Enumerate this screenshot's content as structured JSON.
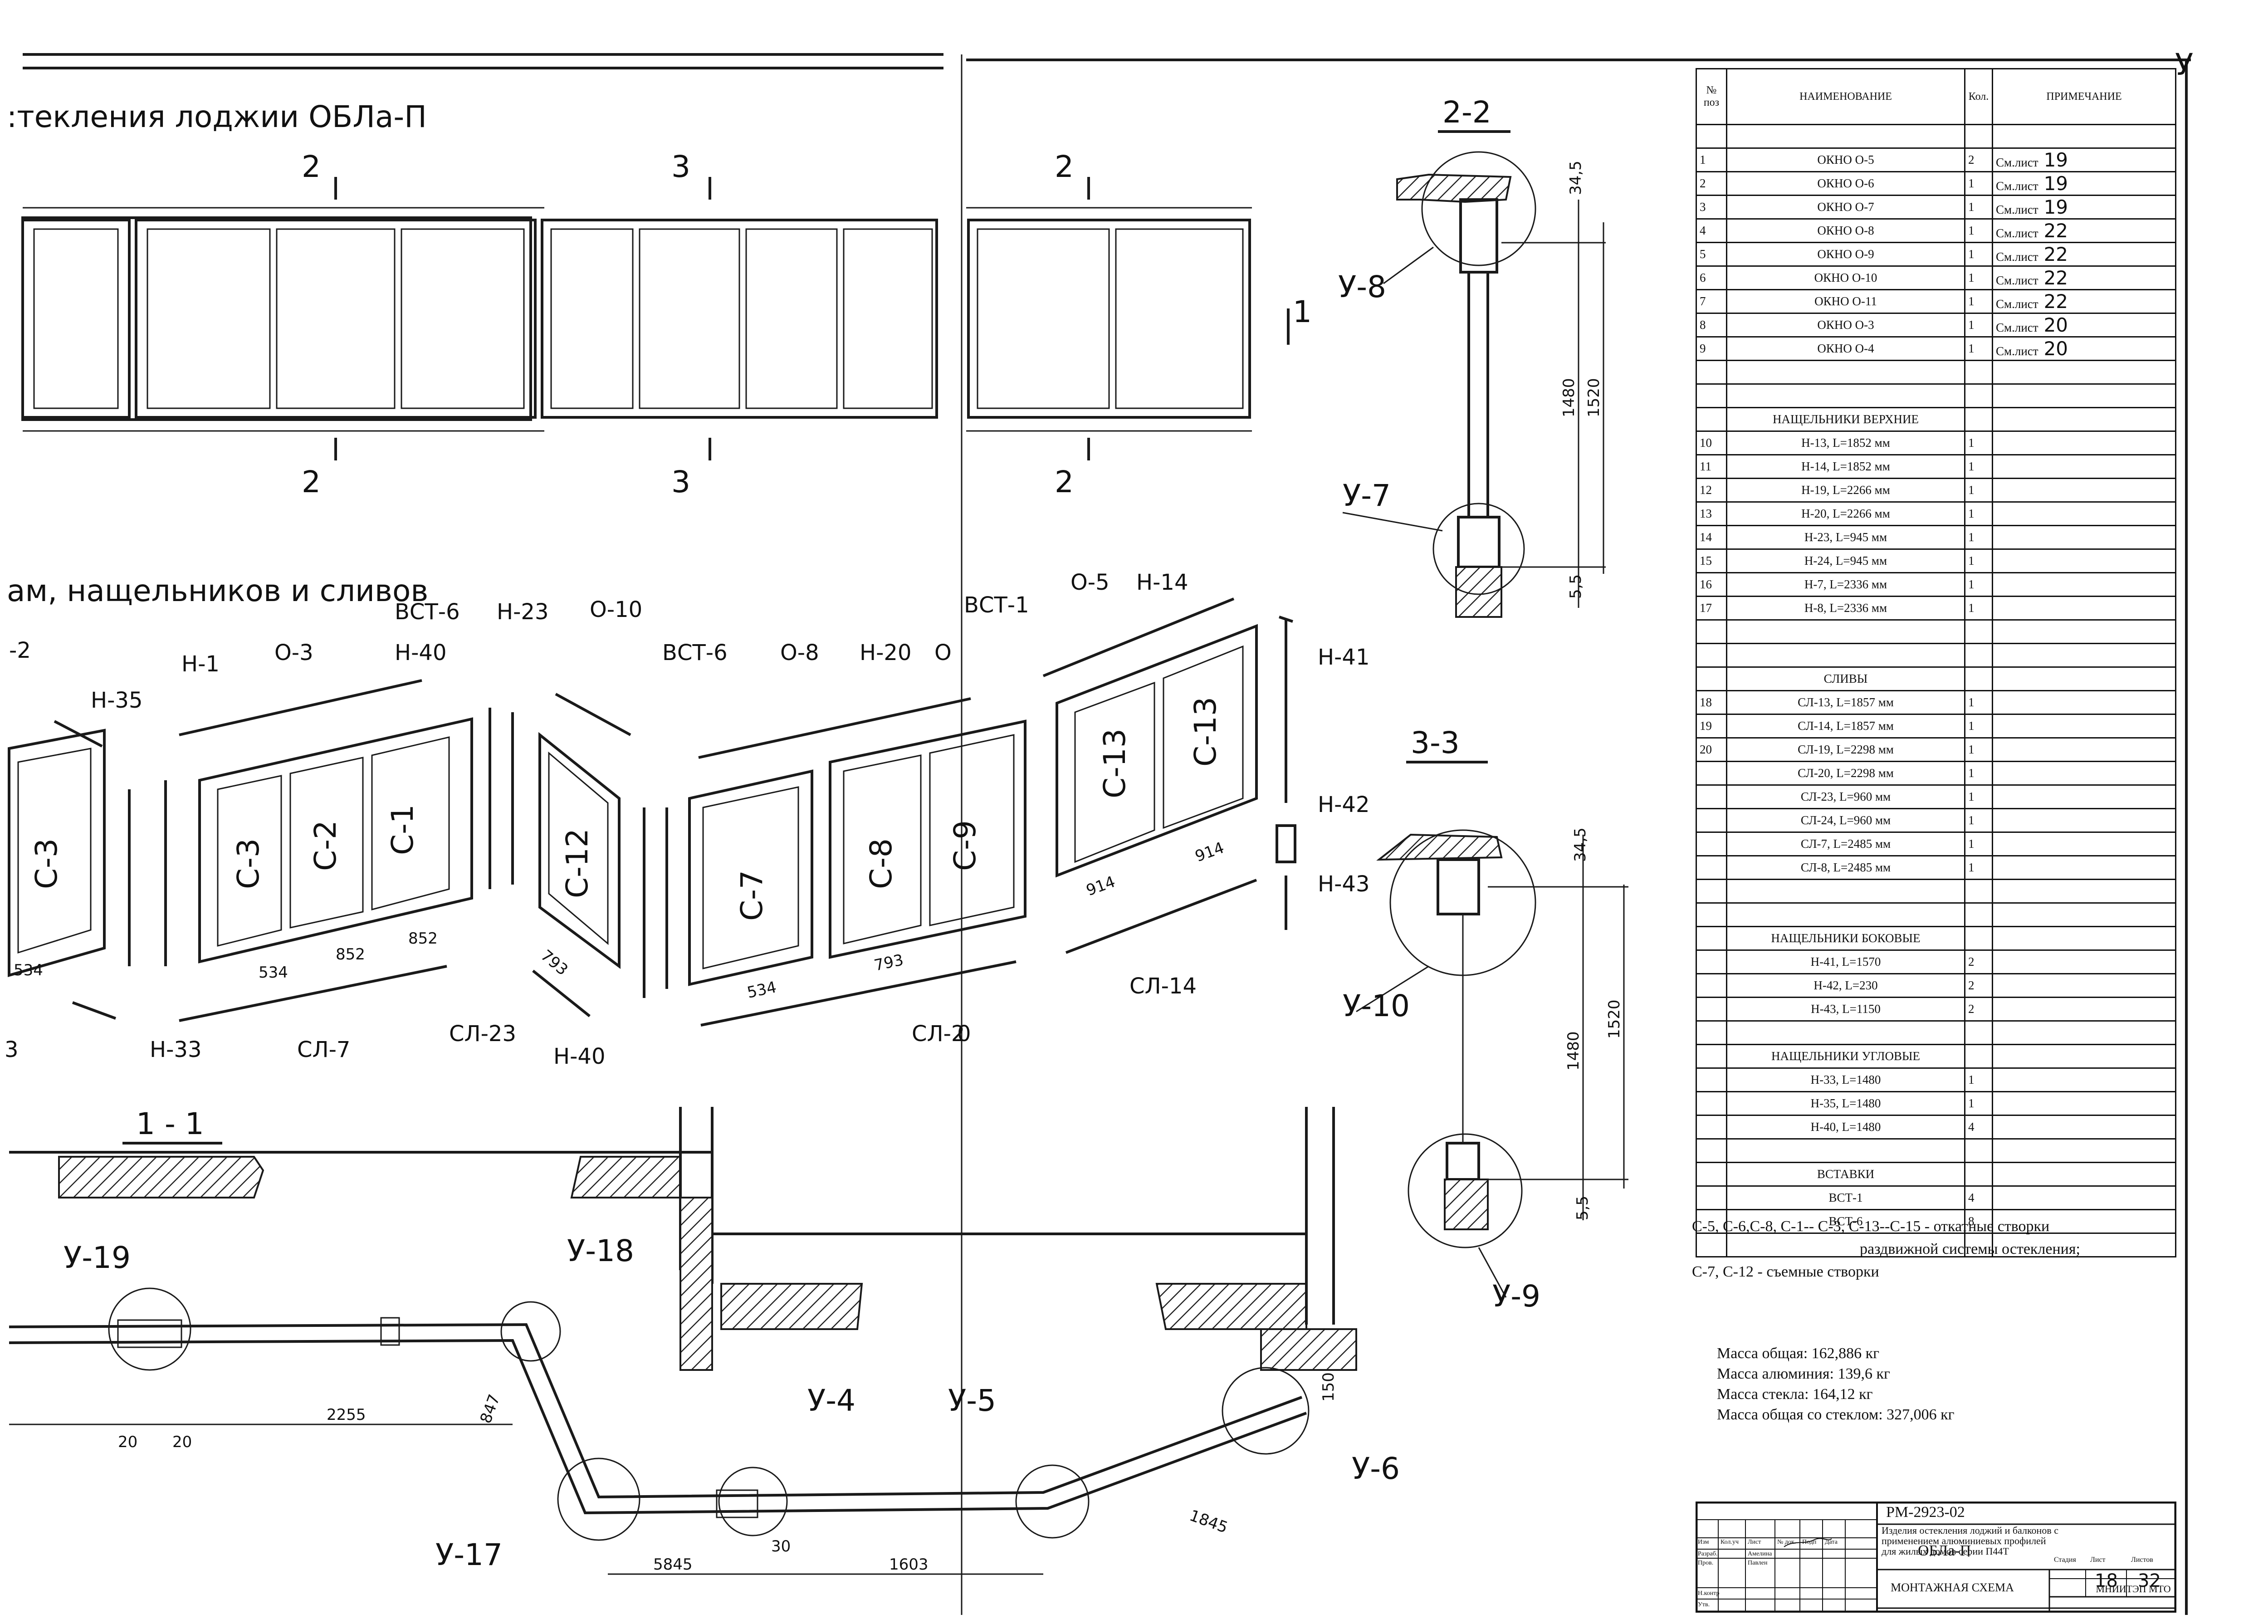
{
  "views": {
    "elevation_title": ":текления лоджии ОБЛа-П",
    "isometric_title": "ам, нащельников и сливов",
    "section_1_1": "1 - 1",
    "section_2_2": "2-2",
    "section_3_3": "3-3"
  },
  "elevation_marks": {
    "cut2_top_a": "2",
    "cut3_top": "3",
    "cut2_top_b": "2",
    "cut2_bot_a": "2",
    "cut3_bot": "3",
    "cut2_bot_b": "2",
    "cut1_right": "1"
  },
  "section_2_2": {
    "dim_34_5": "34,5",
    "dim_1480": "1480",
    "dim_1520": "1520",
    "dim_5_5": "5,5",
    "node_u8": "У-8",
    "node_u7": "У-7"
  },
  "section_3_3": {
    "dim_34_5": "34,5",
    "dim_1480": "1480",
    "dim_1520": "1520",
    "dim_5_5": "5,5",
    "node_u10": "У-10",
    "node_u9": "У-9"
  },
  "isometric": {
    "labels": {
      "l_2": "-2",
      "n35": "Н-35",
      "n1": "Н-1",
      "o3": "О-3",
      "vst6a": "ВСТ-6",
      "n40a": "Н-40",
      "n23": "Н-23",
      "o10": "О-10",
      "vst6b": "ВСТ-6",
      "o8": "О-8",
      "n20": "Н-20",
      "o6": "О",
      "vst1": "ВСТ-1",
      "o5": "О-5",
      "n14": "Н-14",
      "n41": "Н-41",
      "n42": "Н-42",
      "n43": "Н-43",
      "sl14": "СЛ-14",
      "sl20": "СЛ-2",
      "sl20b": "0",
      "n40b": "Н-40",
      "sl23": "СЛ-23",
      "sl7": "СЛ-7",
      "n33": "Н-33",
      "l_3": "3"
    },
    "sashes": {
      "c3a": "С-3",
      "c3": "С-3",
      "c2": "С-2",
      "c1": "С-1",
      "c12": "С-12",
      "c7": "С-7",
      "c8": "С-8",
      "c9": "С-9",
      "c13a": "С-13",
      "c13b": "С-13"
    },
    "dims": {
      "d534a": "534",
      "d534": "534",
      "d852a": "852",
      "d852b": "852",
      "d793a": "793",
      "d534b": "534",
      "d793b": "793",
      "d914a": "914",
      "d914b": "914"
    }
  },
  "plan": {
    "nodes": {
      "u19": "У-19",
      "u18": "У-18",
      "u4": "У-4",
      "u5": "У-5",
      "u6": "У-6",
      "u17": "У-17"
    },
    "dims": {
      "d2255": "2255",
      "d20a": "20",
      "d20b": "20",
      "d847": "847",
      "d5845": "5845",
      "d30": "30",
      "d1603": "1603",
      "d1845": "1845",
      "d150": "150"
    }
  },
  "spec_table": {
    "headers": {
      "pos": "№ поз",
      "name": "НАИМЕНОВАНИЕ",
      "qty": "Кол.",
      "note": "ПРИМЕЧАНИЕ"
    },
    "rows": [
      {
        "pos": "",
        "name": "",
        "qty": "",
        "note": "",
        "hand": ""
      },
      {
        "pos": "1",
        "name": "ОКНО О-5",
        "qty": "2",
        "note": "См.лист",
        "hand": "19"
      },
      {
        "pos": "2",
        "name": "ОКНО О-6",
        "qty": "1",
        "note": "См.лист",
        "hand": "19"
      },
      {
        "pos": "3",
        "name": "ОКНО О-7",
        "qty": "1",
        "note": "См.лист",
        "hand": "19"
      },
      {
        "pos": "4",
        "name": "ОКНО О-8",
        "qty": "1",
        "note": "См.лист",
        "hand": "22"
      },
      {
        "pos": "5",
        "name": "ОКНО О-9",
        "qty": "1",
        "note": "См.лист",
        "hand": "22"
      },
      {
        "pos": "6",
        "name": "ОКНО О-10",
        "qty": "1",
        "note": "См.лист",
        "hand": "22"
      },
      {
        "pos": "7",
        "name": "ОКНО О-11",
        "qty": "1",
        "note": "См.лист",
        "hand": "22"
      },
      {
        "pos": "8",
        "name": "ОКНО О-3",
        "qty": "1",
        "note": "См.лист",
        "hand": "20"
      },
      {
        "pos": "9",
        "name": "ОКНО О-4",
        "qty": "1",
        "note": "См.лист",
        "hand": "20"
      },
      {
        "pos": "",
        "name": "",
        "qty": "",
        "note": "",
        "hand": ""
      },
      {
        "pos": "",
        "name": "",
        "qty": "",
        "note": "",
        "hand": ""
      },
      {
        "pos": "",
        "name": "НАЩЕЛЬНИКИ ВЕРХНИЕ",
        "qty": "",
        "note": "",
        "hand": ""
      },
      {
        "pos": "10",
        "name": "Н-13, L=1852 мм",
        "qty": "1",
        "note": "",
        "hand": ""
      },
      {
        "pos": "11",
        "name": "Н-14, L=1852 мм",
        "qty": "1",
        "note": "",
        "hand": ""
      },
      {
        "pos": "12",
        "name": "Н-19, L=2266 мм",
        "qty": "1",
        "note": "",
        "hand": ""
      },
      {
        "pos": "13",
        "name": "Н-20, L=2266 мм",
        "qty": "1",
        "note": "",
        "hand": ""
      },
      {
        "pos": "14",
        "name": "Н-23, L=945 мм",
        "qty": "1",
        "note": "",
        "hand": ""
      },
      {
        "pos": "15",
        "name": "Н-24, L=945 мм",
        "qty": "1",
        "note": "",
        "hand": ""
      },
      {
        "pos": "16",
        "name": "Н-7, L=2336 мм",
        "qty": "1",
        "note": "",
        "hand": ""
      },
      {
        "pos": "17",
        "name": "Н-8, L=2336 мм",
        "qty": "1",
        "note": "",
        "hand": ""
      },
      {
        "pos": "",
        "name": "",
        "qty": "",
        "note": "",
        "hand": ""
      },
      {
        "pos": "",
        "name": "",
        "qty": "",
        "note": "",
        "hand": ""
      },
      {
        "pos": "",
        "name": "СЛИВЫ",
        "qty": "",
        "note": "",
        "hand": ""
      },
      {
        "pos": "18",
        "name": "СЛ-13, L=1857 мм",
        "qty": "1",
        "note": "",
        "hand": ""
      },
      {
        "pos": "19",
        "name": "СЛ-14, L=1857 мм",
        "qty": "1",
        "note": "",
        "hand": ""
      },
      {
        "pos": "20",
        "name": "СЛ-19, L=2298 мм",
        "qty": "1",
        "note": "",
        "hand": ""
      },
      {
        "pos": "",
        "name": "СЛ-20, L=2298 мм",
        "qty": "1",
        "note": "",
        "hand": ""
      },
      {
        "pos": "",
        "name": "СЛ-23, L=960 мм",
        "qty": "1",
        "note": "",
        "hand": ""
      },
      {
        "pos": "",
        "name": "СЛ-24, L=960 мм",
        "qty": "1",
        "note": "",
        "hand": ""
      },
      {
        "pos": "",
        "name": "СЛ-7, L=2485 мм",
        "qty": "1",
        "note": "",
        "hand": ""
      },
      {
        "pos": "",
        "name": "СЛ-8, L=2485 мм",
        "qty": "1",
        "note": "",
        "hand": ""
      },
      {
        "pos": "",
        "name": "",
        "qty": "",
        "note": "",
        "hand": ""
      },
      {
        "pos": "",
        "name": "",
        "qty": "",
        "note": "",
        "hand": ""
      },
      {
        "pos": "",
        "name": "НАЩЕЛЬНИКИ БОКОВЫЕ",
        "qty": "",
        "note": "",
        "hand": ""
      },
      {
        "pos": "",
        "name": "Н-41, L=1570",
        "qty": "2",
        "note": "",
        "hand": ""
      },
      {
        "pos": "",
        "name": "Н-42, L=230",
        "qty": "2",
        "note": "",
        "hand": ""
      },
      {
        "pos": "",
        "name": "Н-43, L=1150",
        "qty": "2",
        "note": "",
        "hand": ""
      },
      {
        "pos": "",
        "name": "",
        "qty": "",
        "note": "",
        "hand": ""
      },
      {
        "pos": "",
        "name": "НАЩЕЛЬНИКИ УГЛОВЫЕ",
        "qty": "",
        "note": "",
        "hand": ""
      },
      {
        "pos": "",
        "name": "Н-33, L=1480",
        "qty": "1",
        "note": "",
        "hand": ""
      },
      {
        "pos": "",
        "name": "Н-35, L=1480",
        "qty": "1",
        "note": "",
        "hand": ""
      },
      {
        "pos": "",
        "name": "Н-40, L=1480",
        "qty": "4",
        "note": "",
        "hand": ""
      },
      {
        "pos": "",
        "name": "",
        "qty": "",
        "note": "",
        "hand": ""
      },
      {
        "pos": "",
        "name": "ВСТАВКИ",
        "qty": "",
        "note": "",
        "hand": ""
      },
      {
        "pos": "",
        "name": "ВСТ-1",
        "qty": "4",
        "note": "",
        "hand": ""
      },
      {
        "pos": "",
        "name": "ВСТ-6",
        "qty": "8",
        "note": "",
        "hand": ""
      },
      {
        "pos": "",
        "name": "",
        "qty": "",
        "note": "",
        "hand": ""
      }
    ]
  },
  "notes": {
    "line1": "С-5, С-6,С-8, С-1-- С-3, С-13--С-15  -  откатные створки",
    "line2": "раздвижной системы остекления;",
    "line3": "С-7, С-12 -  съемные створки"
  },
  "mass": {
    "total": "Масса общая: 162,886 кг",
    "aluminium": "Масса алюминия: 139,6 кг",
    "glass": "Масса стекла: 164,12 кг",
    "total_glass": "Масса общая со стеклом: 327,006 кг"
  },
  "title_block": {
    "code": "РМ-2923-02",
    "description": "Изделия остекления лоджий и балконов с применением алюминиевых профилей для жилых домов серии П44Т",
    "product": "ОБЛа-П",
    "sheet_title": "МОНТАЖНАЯ СХЕМА",
    "org": "МНИИТЭП МТО",
    "stage_h": "Стадия",
    "sheet_h": "Лист",
    "sheets_h": "Листов",
    "sheet_no": "18",
    "sheets_total": "32",
    "col_izm": "Изм",
    "col_kol": "Кол.уч",
    "col_list": "Лист",
    "col_doc": "№ док.",
    "col_sign": "Подп",
    "col_date": "Дата",
    "r_razrab": "Разраб.",
    "r_prov": "Пров.",
    "r_nkontr": "Н.контр",
    "r_utv": "Утв.",
    "n_amelina": "Амелина",
    "n_pavel": "Павлен"
  },
  "corner_mark": "У"
}
